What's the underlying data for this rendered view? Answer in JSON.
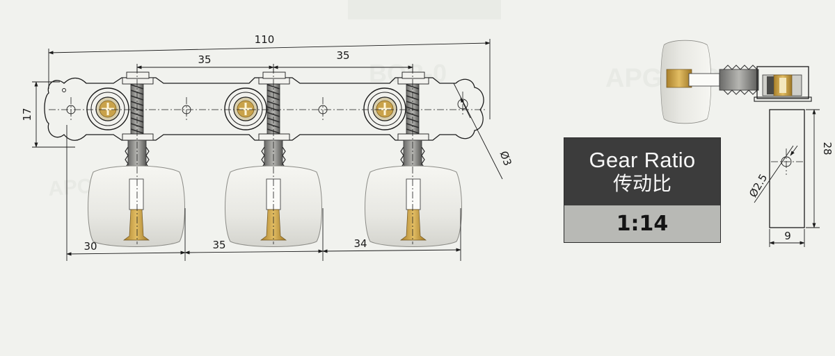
{
  "dimensions": {
    "overall_length": "110",
    "hole_spacing_1": "35",
    "hole_spacing_2": "35",
    "plate_height": "17",
    "hole_diameter": "Ø3",
    "button_spacing_1": "30",
    "button_spacing_2": "35",
    "button_spacing_3": "34",
    "side_height": "28",
    "side_hole_diameter": "Ø2.5",
    "side_width": "9"
  },
  "gear_ratio": {
    "title_en": "Gear Ratio",
    "title_cn": "传动比",
    "value": "1:14"
  },
  "colors": {
    "ink": "#1b1b1b",
    "brass": "#c9a24a",
    "button_fill": "#efefea",
    "panel_dark": "#3c3c3c",
    "panel_light": "#b8b9b5"
  }
}
